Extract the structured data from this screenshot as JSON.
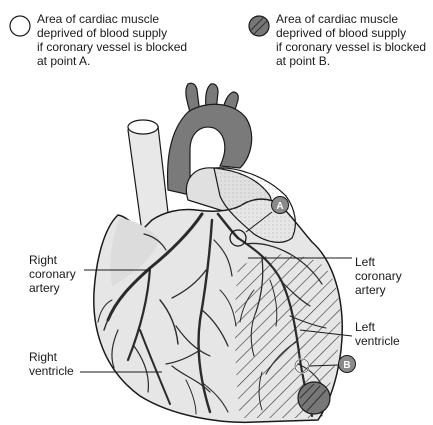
{
  "legend": [
    {
      "id": "a",
      "text": "Area of cardiac muscle\ndeprived of blood supply\nif coronary vessel is blocked\nat point A."
    },
    {
      "id": "b",
      "text": "Area of cardiac muscle\ndeprived of blood supply\nif coronary vessel is blocked\nat point B."
    }
  ],
  "labels": {
    "right_coronary_artery": "Right\ncoronary\nartery",
    "left_coronary_artery": "Left\ncoronary\nartery",
    "left_ventricle": "Left\nventricle",
    "right_ventricle": "Right\nventricle"
  },
  "points": {
    "a": "A",
    "b": "B"
  },
  "colors": {
    "heart_fill": "#e6e6e6",
    "aorta_fill": "#7a7a7a",
    "vessel": "#2b2b2b",
    "outline": "#1a1a1a",
    "marker_fill": "#8a8a8a",
    "infarct_fill": "#777777"
  }
}
